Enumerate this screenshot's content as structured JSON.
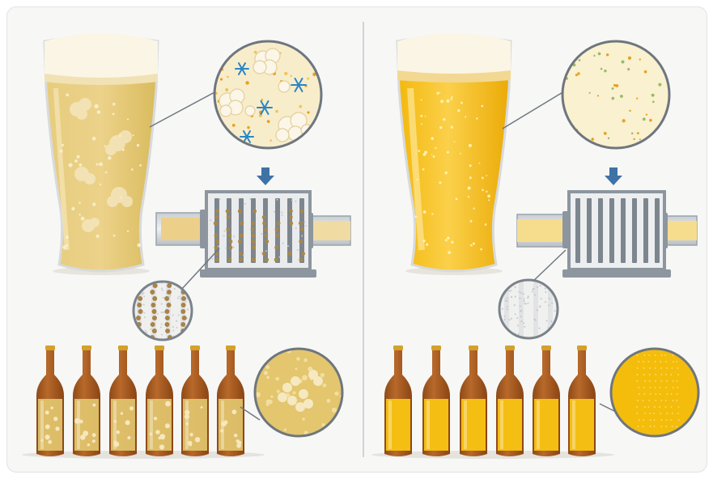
{
  "panels": [
    {
      "id": "left",
      "state": "hazy",
      "beer_color": "#e2c66e",
      "particles": [
        "yeast-clumps",
        "ice-crystals",
        "protein-dots"
      ],
      "filter": "clogged"
    },
    {
      "id": "right",
      "state": "clear",
      "beer_color": "#f5be12",
      "particles": [
        "bacteria",
        "protein-dots"
      ],
      "filter": "clean"
    }
  ],
  "colors": {
    "arrow": "#3f73a5",
    "bottle": "#a8581d",
    "frame": "#9aa3ab",
    "hazy": "#e2c66e",
    "clear": "#f5be12",
    "yeast": "#f3ecd6",
    "ice": "#2b86c6"
  },
  "bottle_count": 6,
  "icons": [
    "snowflake-icon",
    "yeast-clump-icon",
    "bacteria-icon",
    "down-arrow-icon"
  ]
}
